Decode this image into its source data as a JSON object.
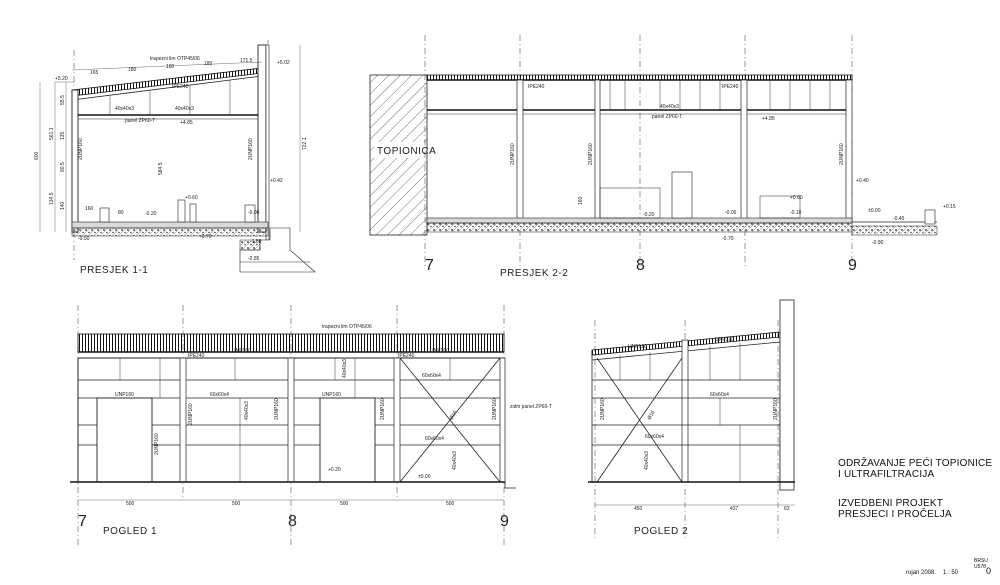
{
  "section1": {
    "title": "PRESJEK 1-1",
    "roof_note": "trapezni lim OTP45/06",
    "beam": "IPE240",
    "post": "40x40x3",
    "panel": "panel ZP60-T",
    "elevation_top": "+5.20",
    "elevation_mid": "+4.85",
    "elevation_right_top": "+5.02",
    "elevation_floor": "-0.20",
    "elevation_060": "+0.60",
    "elevation_042": "+0.42",
    "elevation_006": "-0.06",
    "elevation_neg150": "-1.50",
    "elevation_neg070": "-0.70",
    "elevation_neg285": "-2.85",
    "elevation_neg050": "-0.50",
    "column_label": "2UNP160",
    "column_label2": "2UNP160",
    "dim_height": "722.1",
    "dim_600": "600",
    "dim_5845": "584.5",
    "dim_160": "160",
    "dim_80": "80",
    "dims_top": [
      "165",
      "180",
      "180",
      "180",
      "171.5"
    ],
    "dims_left": [
      "561.1",
      "55.5",
      "135",
      "80.5",
      "134.5",
      "140"
    ]
  },
  "section2": {
    "title": "PRESJEK 2-2",
    "room_label": "TOPIONICA",
    "beam_left": "IPE240",
    "beam_right": "IPE240",
    "post": "40x40x3",
    "panel": "panel ZP60-T",
    "column_left": "2UNP160",
    "column_mid": "2UNP160",
    "column_right": "2UNP160",
    "elevation_mid": "+4.85",
    "elevation_floor": "-0.20",
    "elevation_006": "-0.06",
    "elevation_neg070": "-0.70",
    "elevation_060": "+0.60",
    "elevation_010": "-0.10",
    "elevation_040": "+0.40",
    "elevation_000": "±0.00",
    "elevation_045": "-0.45",
    "elevation_015": "+0.15",
    "elevation_neg080": "-0.80",
    "dim_160": "160",
    "grid_7": "7",
    "grid_8": "8",
    "grid_9": "9"
  },
  "view1": {
    "title": "POGLED 1",
    "roof_note": "trapezni lim OTP45/06",
    "beam": "IPE240",
    "beam2": "IPE240",
    "top_chord": "UNP160",
    "top_chord2": "UNP160",
    "wall_note": "zidni panel ZP60-T",
    "member_a": "UNP160",
    "member_b": "UNP160",
    "member_c": "60x60x4",
    "member_d": "60x60x4",
    "member_e": "40x40x3",
    "member_f": "40x40x3",
    "member_g": "60x60x4",
    "member_h": "40x40x3",
    "member_i": "2UNP160",
    "member_j": "2UNP160",
    "member_k": "2UNP160",
    "member_l": "2UNP160",
    "member_m": "2UNP160",
    "member_n": "Ø16",
    "elevation_020": "+0.20",
    "elevation_000": "±0.00",
    "dims": [
      "500",
      "500",
      "500",
      "500"
    ],
    "grid_7": "7",
    "grid_8": "8",
    "grid_9": "9"
  },
  "view2": {
    "title": "POGLED 2",
    "member_top1": "UNP120",
    "member_top2": "UNP120",
    "member_c": "60x60x4",
    "member_d": "60x60x4",
    "member_e": "40x40x3",
    "member_f": "2UNP160",
    "member_g": "2UNP160",
    "member_n": "Ø16",
    "dims": [
      "450",
      "437",
      "63"
    ]
  },
  "title_block": {
    "line1": "ODRŽAVANJE PEĆI TOPIONICE",
    "line2": "I ULTRAFILTRACIJA",
    "line3": "IZVEDBENI PROJEKT",
    "line4": "PRESJECI I PROČELJA"
  },
  "footer": {
    "date": "rujan 2008.",
    "scale": "1 : 50",
    "revision": "0",
    "code": "BRSU U578"
  }
}
